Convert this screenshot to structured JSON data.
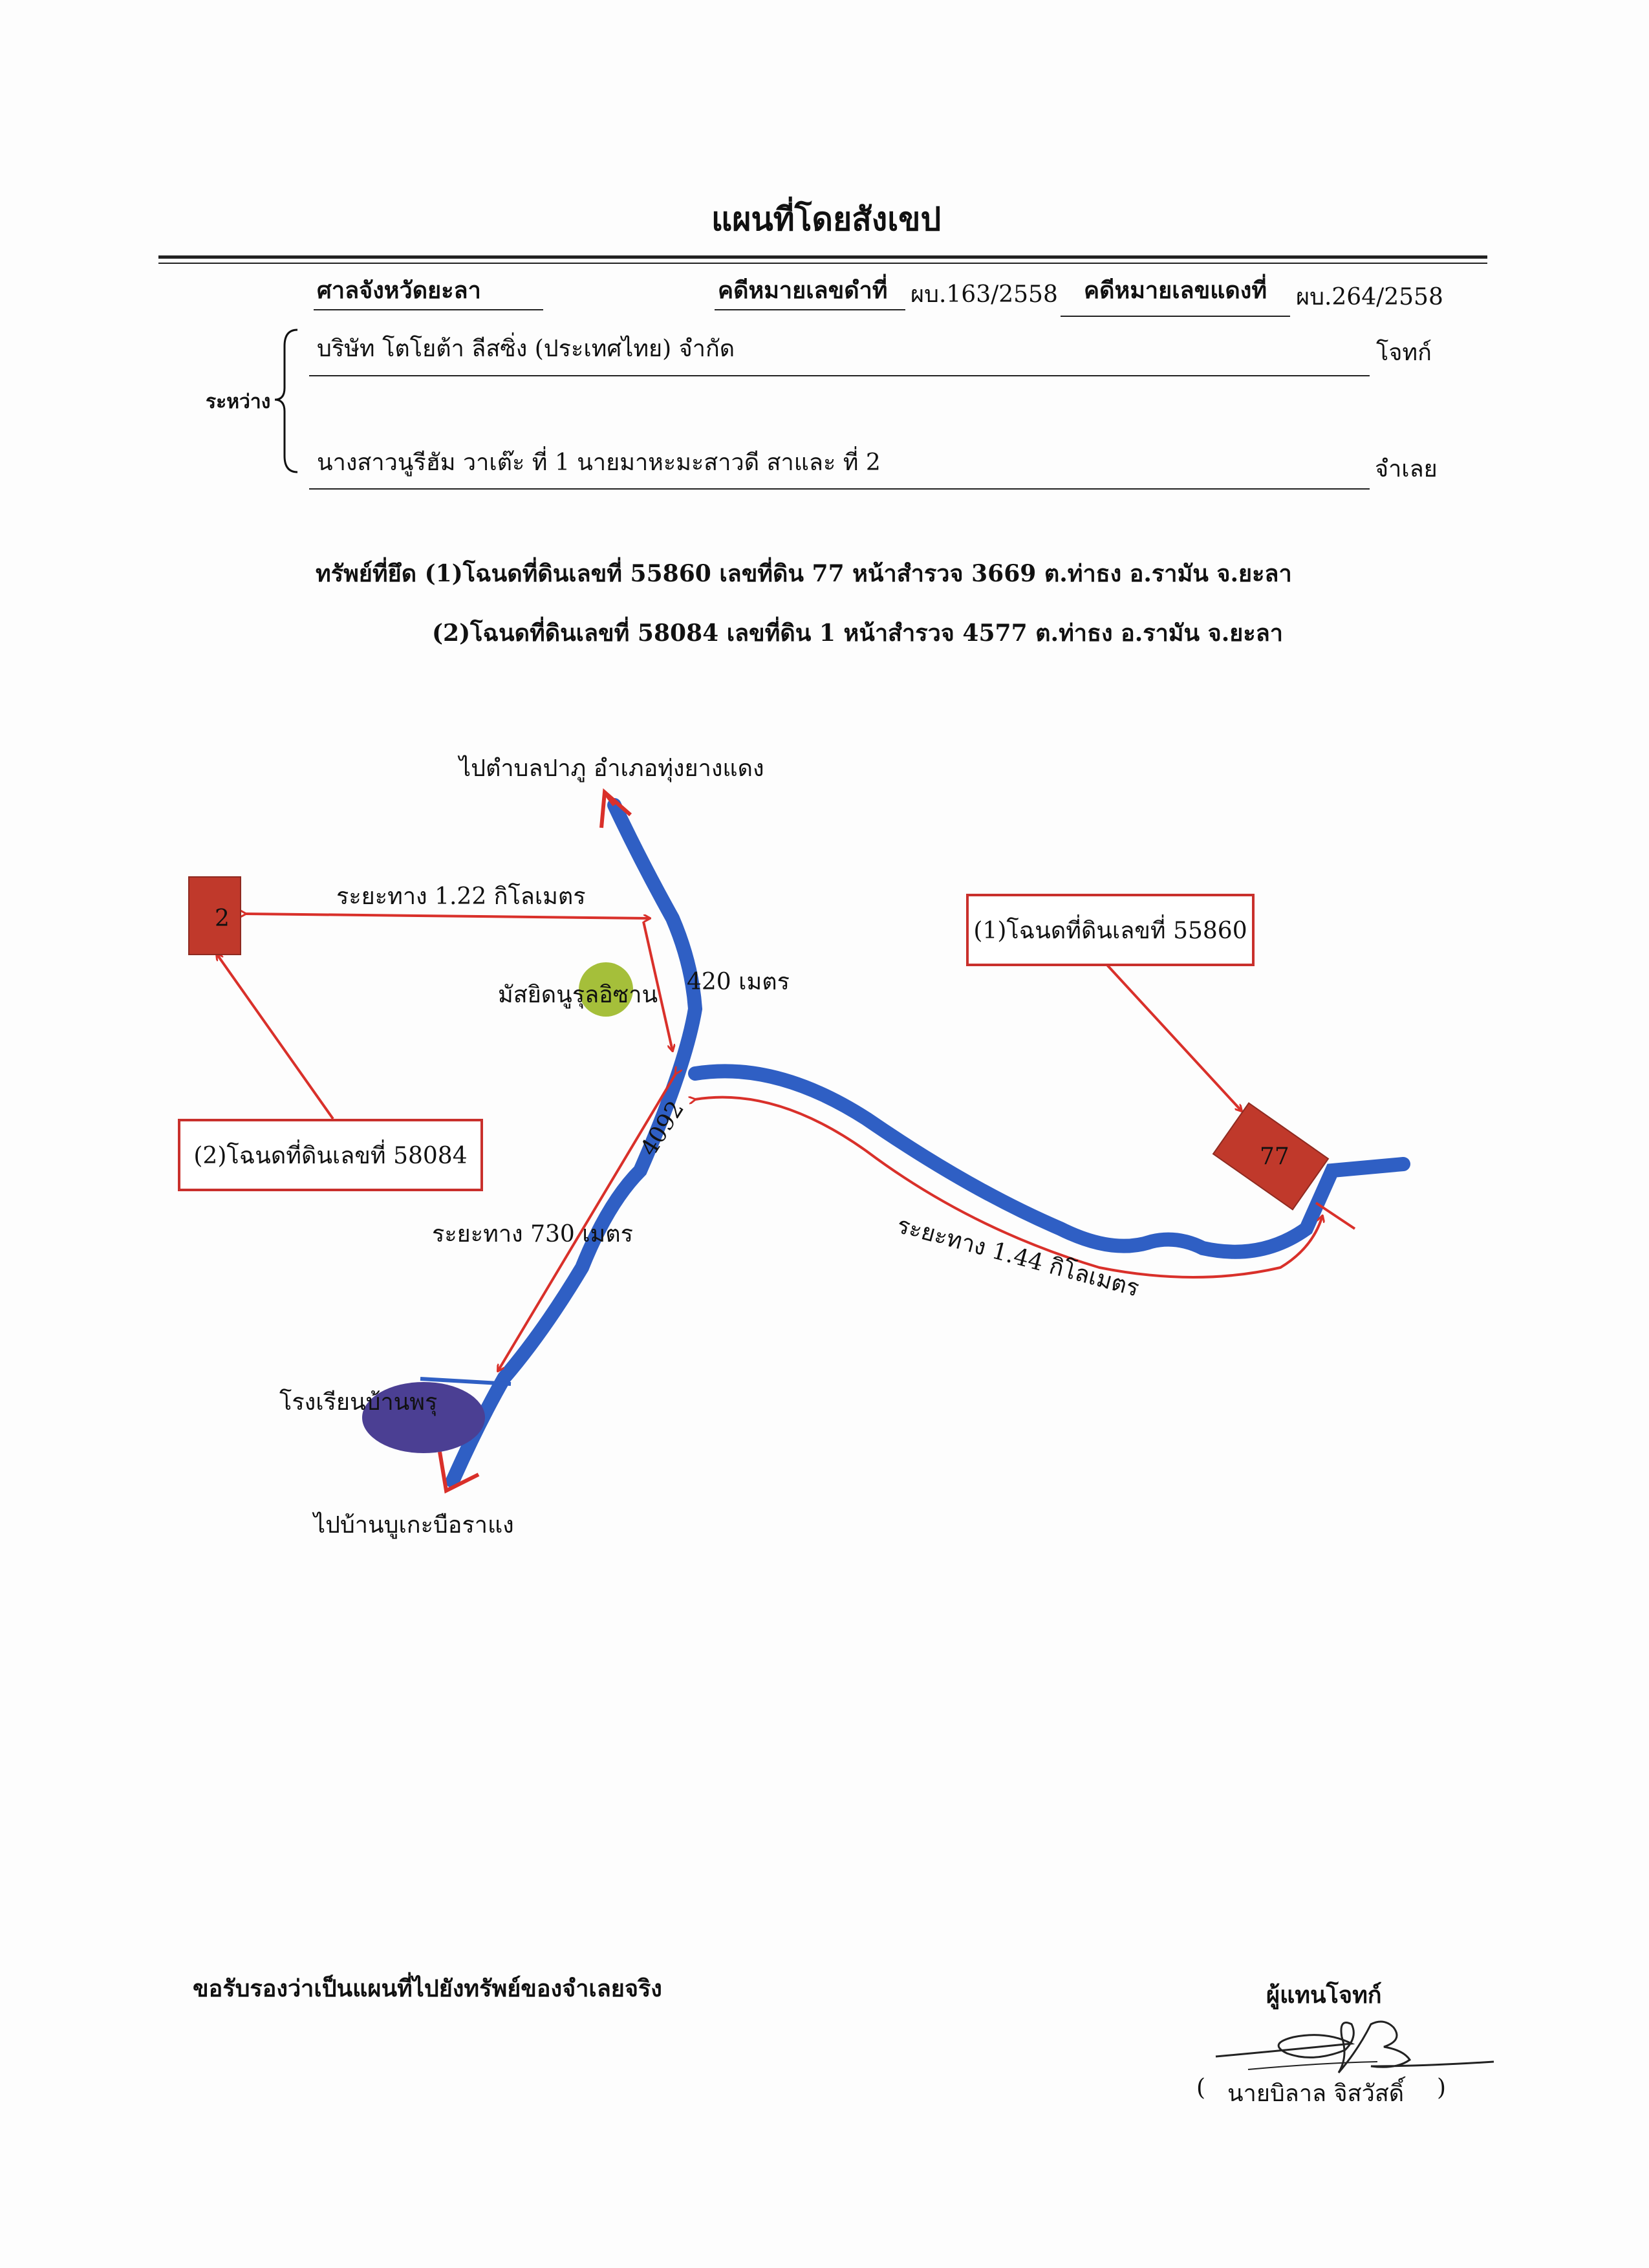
{
  "title": "แผนที่โดยสังเขป",
  "header": {
    "court": "ศาลจังหวัดยะลา",
    "black_case_label": "คดีหมายเลขดำที่",
    "black_case_no": "ผบ.163/2558",
    "red_case_label": "คดีหมายเลขแดงที่",
    "red_case_no": "ผบ.264/2558"
  },
  "parties": {
    "between_label": "ระหว่าง",
    "plaintiff": "บริษัท โตโยต้า ลีสซิ่ง (ประเทศไทย) จำกัด",
    "plaintiff_role": "โจทก์",
    "defendant": "นางสาวนูรีฮัม วาเต๊ะ ที่ 1 นายมาหะมะสาวดี สาและ ที่ 2",
    "defendant_role": "จำเลย"
  },
  "seized": {
    "line1": "ทรัพย์ที่ยึด (1)โฉนดที่ดินเลขที่ 55860 เลขที่ดิน 77 หน้าสำรวจ 3669 ต.ท่าธง อ.รามัน จ.ยะลา",
    "line2": "(2)โฉนดที่ดินเลขที่ 58084  เลขที่ดิน 1 หน้าสำรวจ 4577 ต.ท่าธง อ.รามัน จ.ยะลา"
  },
  "map": {
    "to_north": "ไปตำบลปาภู อำเภอทุ่งยางแดง",
    "to_south": "ไปบ้านบูเกะบือราแง",
    "dist_plot2": "ระยะทาง 1.22 กิโลเมตร",
    "dist_mosque": "420 เมตร",
    "dist_school": "ระยะทาง 730  เมตร",
    "dist_plot1": "ระยะทาง 1.44 กิโลเมตร",
    "road_no": "4092",
    "mosque": "มัสยิดนูรุลอิซาน",
    "school": "โรงเรียนบ้านพรุ",
    "plot2_marker": "2",
    "plot1_marker": "77",
    "plot1_callout": "(1)โฉนดที่ดินเลขที่ 55860",
    "plot2_callout": "(2)โฉนดที่ดินเลขที่ 58084",
    "colors": {
      "road": "#2f5fc4",
      "arrow": "#d9302a",
      "plot": "#c0392b",
      "mosque": "#a5bf3a",
      "school": "#4b3f93"
    }
  },
  "footer": {
    "certify": "ขอรับรองว่าเป็นแผนที่ไปยังทรัพย์ของจำเลยจริง",
    "rep_label": "ผู้แทนโจทก์",
    "rep_open": "(",
    "rep_name": "นายบิลาล จิสวัสดิ์",
    "rep_close": ")"
  }
}
